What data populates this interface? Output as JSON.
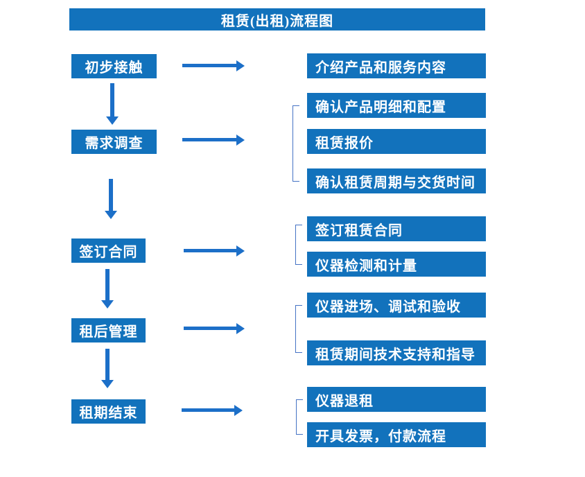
{
  "flow": {
    "title": "租赁(出租)流程图",
    "steps": [
      {
        "label": "初步接触"
      },
      {
        "label": "需求调查"
      },
      {
        "label": "签订合同"
      },
      {
        "label": "租后管理"
      },
      {
        "label": "租期结束"
      }
    ],
    "detail_groups": [
      {
        "for_step": "初步接触",
        "items": [
          "介绍产品和服务内容"
        ]
      },
      {
        "for_step": "需求调查",
        "items": [
          "确认产品明细和配置",
          "租赁报价",
          "确认租赁周期与交货时间"
        ]
      },
      {
        "for_step": "签订合同",
        "items": [
          "签订租赁合同",
          "仪器检测和计量"
        ]
      },
      {
        "for_step": "租后管理",
        "items": [
          "仪器进场、调试和验收",
          "租赁期间技术支持和指导"
        ]
      },
      {
        "for_step": "租期结束",
        "items": [
          "仪器退租",
          "开具发票，付款流程"
        ]
      }
    ]
  },
  "colors": {
    "box_blue": "#1272BC",
    "arrow_blue": "#1C6FC8",
    "bracket_blue": "#4472C4",
    "text_white": "#FFFFFF",
    "background": "#FFFFFF"
  }
}
